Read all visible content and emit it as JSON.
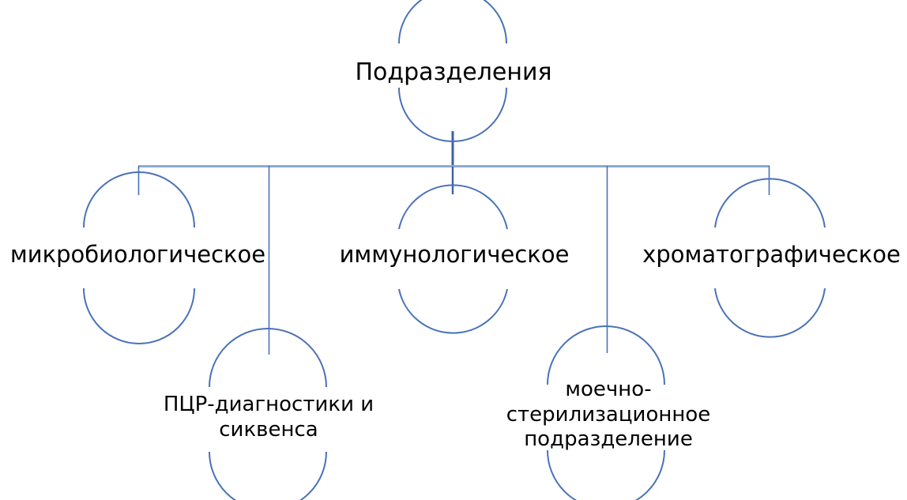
{
  "diagram": {
    "type": "organizational-tree",
    "title": "Подразделения",
    "colors": {
      "node_outline": "#4A72B8",
      "connector_main": "#3A63A8",
      "connector_branch": "#8EA9D0",
      "text": "#000000",
      "background": "#FFFFFF"
    },
    "root": {
      "id": "root",
      "label": "Подразделения",
      "shape": "circle-arcs"
    },
    "children": [
      {
        "id": "micro",
        "label": "микробиологическое",
        "shape": "circle-arcs",
        "level": 1
      },
      {
        "id": "pcr",
        "label": "ПЦР-диагностики и\nсиквенса",
        "line1": "ПЦР-диагностики и",
        "line2": "сиквенса",
        "shape": "circle-arcs",
        "level": 2
      },
      {
        "id": "immuno",
        "label": "иммунологическое",
        "shape": "circle-arcs",
        "level": 1
      },
      {
        "id": "wash",
        "label": "моечно-\nстерилизационное\nподразделение",
        "line1": "моечно-",
        "line2": "стерилизационное",
        "line3": "подразделение",
        "shape": "circle-arcs",
        "level": 2
      },
      {
        "id": "chromo",
        "label": "хроматографическое",
        "shape": "circle-arcs",
        "level": 1
      }
    ]
  }
}
